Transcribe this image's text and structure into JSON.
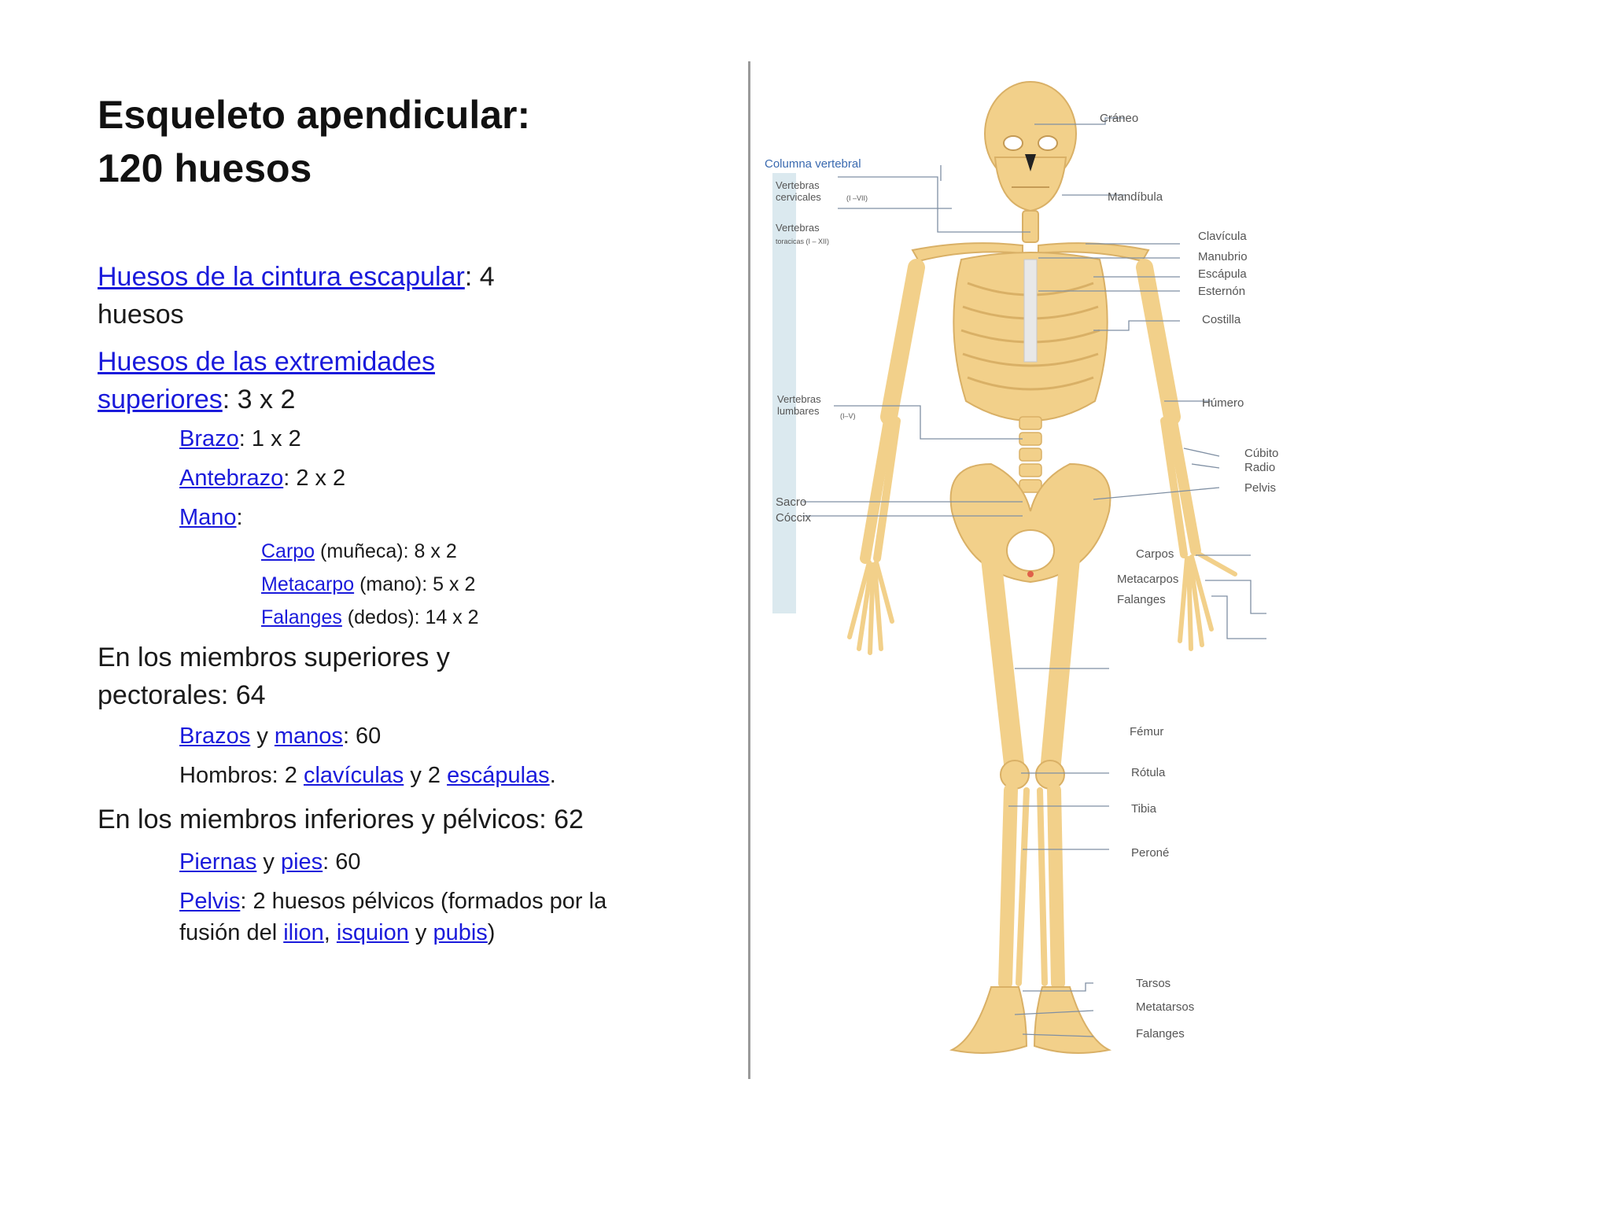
{
  "title": {
    "line1": "Esqueleto apendicular:",
    "line2": "120 huesos"
  },
  "items": {
    "cintura_link": "Huesos de la cintura escapular",
    "cintura_rest": ": 4 huesos",
    "extremidades_link": "Huesos de las extremidades superiores",
    "extremidades_rest": ": 3 x 2",
    "brazo_link": "Brazo",
    "brazo_rest": ": 1 x 2",
    "antebrazo_link": "Antebrazo",
    "antebrazo_rest": ": 2 x 2",
    "mano_link": "Mano",
    "mano_rest": ":",
    "carpo_link": "Carpo",
    "carpo_rest": " (muñeca): 8 x 2",
    "metacarpo_link": "Metacarpo",
    "metacarpo_rest": " (mano): 5 x 2",
    "falanges_link": "Falanges",
    "falanges_rest": " (dedos): 14 x 2",
    "superiores_text": "En los miembros superiores y pectorales: 64",
    "brazos_link": "Brazos",
    "y1": " y ",
    "manos_link": "manos",
    "brazos_rest": ": 60",
    "hombros_text": "Hombros: 2 ",
    "clavi_link": "clavículas",
    "y2": " y 2 ",
    "escap_link": "escápulas",
    "dot": ".",
    "inferiores_text": "En los miembros inferiores y pélvicos: 62",
    "piernas_link": "Piernas",
    "y3": " y ",
    "pies_link": "pies",
    "piernas_rest": ": 60",
    "pelvis_link": "Pelvis",
    "pelvis_rest": ": 2 huesos pélvicos (formados por la fusión del ",
    "ilion_link": "ilion",
    "comma": ", ",
    "isquion_link": "isquion",
    "y4": " y ",
    "pubis_link": "pubis",
    "close_paren": ")"
  },
  "figure_labels": {
    "craneo": "Cráneo",
    "columna": "Columna vertebral",
    "vert_cerv": "Vertebras cervicales",
    "cerv_range": "(I –VII)",
    "mandibula": "Mandíbula",
    "vert_tor": "Vertebras",
    "tor_sub": "toracicas (I – XII)",
    "clavicula": "Clavícula",
    "manubrio": "Manubrio",
    "escapula": "Escápula",
    "esternon": "Esternón",
    "costilla": "Costilla",
    "vert_lumb": "Vertebras lumbares",
    "lumb_range": "(I–V)",
    "humero": "Húmero",
    "cubito": "Cúbito",
    "radio": "Radio",
    "pelvis": "Pelvis",
    "sacro": "Sacro",
    "coccix": "Cóccix",
    "carpos": "Carpos",
    "metacarpos": "Metacarpos",
    "falanges_mano": "Falanges",
    "femur": "Fémur",
    "rotula": "Rótula",
    "tibia": "Tibia",
    "perone": "Peroné",
    "tarsos": "Tarsos",
    "metatarsos": "Metatarsos",
    "falanges_pie": "Falanges"
  },
  "colors": {
    "link": "#1a1adb",
    "bone": "#f2d08a",
    "bone_dark": "#d9b066",
    "spine_band": "#dbe9ef"
  }
}
